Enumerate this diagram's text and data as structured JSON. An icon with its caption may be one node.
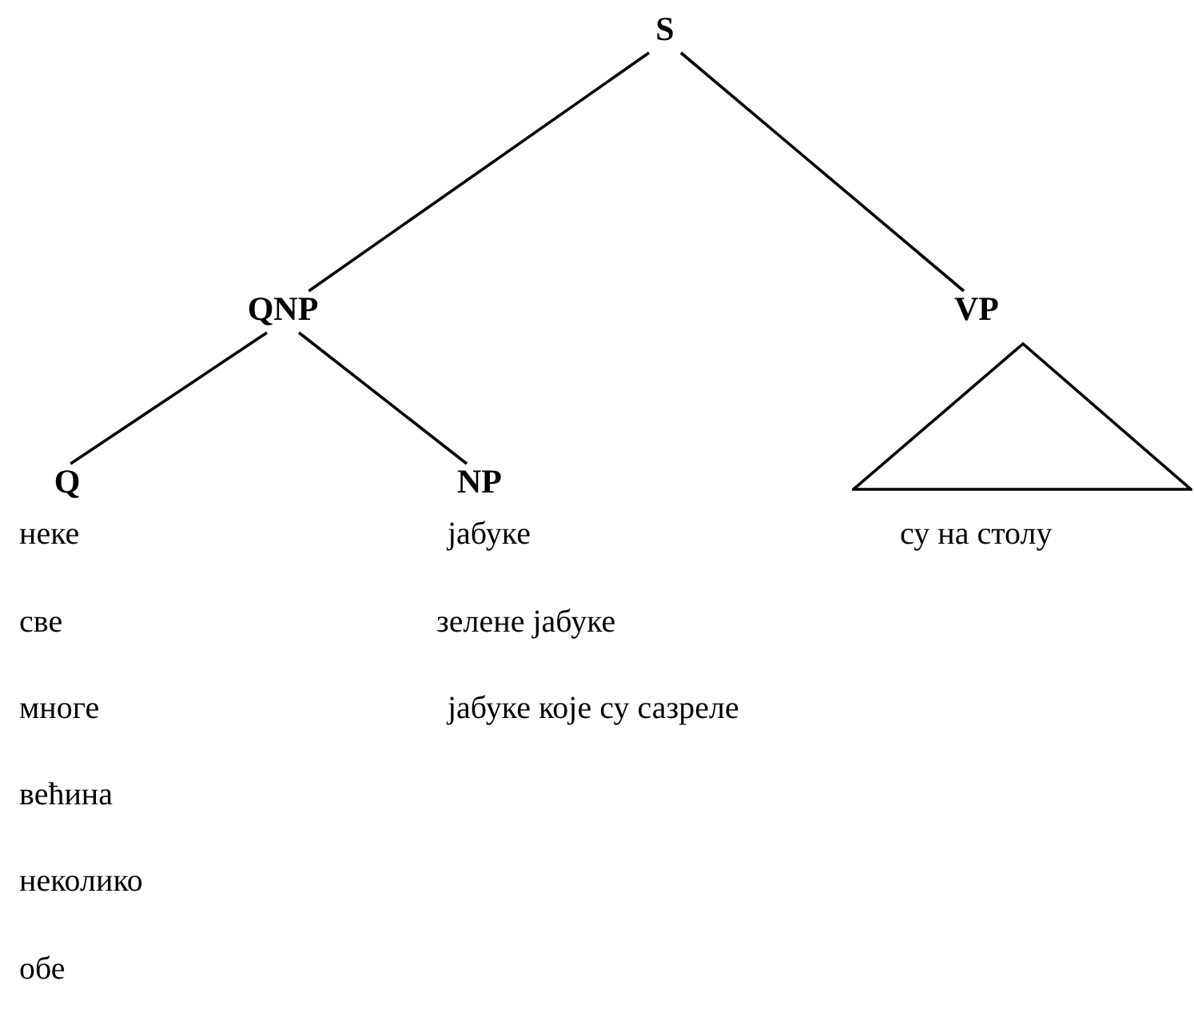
{
  "diagram": {
    "nodes": [
      {
        "text": [
          "S"
        ]
      },
      {
        "text": [
          "QNP"
        ]
      },
      {
        "text": [
          "VP"
        ]
      },
      {
        "text": [
          "Q"
        ]
      },
      {
        "text": [
          "NP"
        ]
      },
      {
        "text": [],
        "shape": "triangle"
      }
    ],
    "edges": [
      {
        "from": 0,
        "to": 1,
        "arrow": "none"
      },
      {
        "from": 0,
        "to": 2,
        "arrow": "none"
      },
      {
        "from": 1,
        "to": 3,
        "arrow": "none"
      },
      {
        "from": 1,
        "to": 4,
        "arrow": "none"
      }
    ],
    "labels": [
      "неке",
      "јабуке",
      "су на столу",
      "све",
      "зелене јабуке",
      "многе",
      "јабуке које су сазреле",
      "већина",
      "неколико",
      "обе"
    ]
  }
}
